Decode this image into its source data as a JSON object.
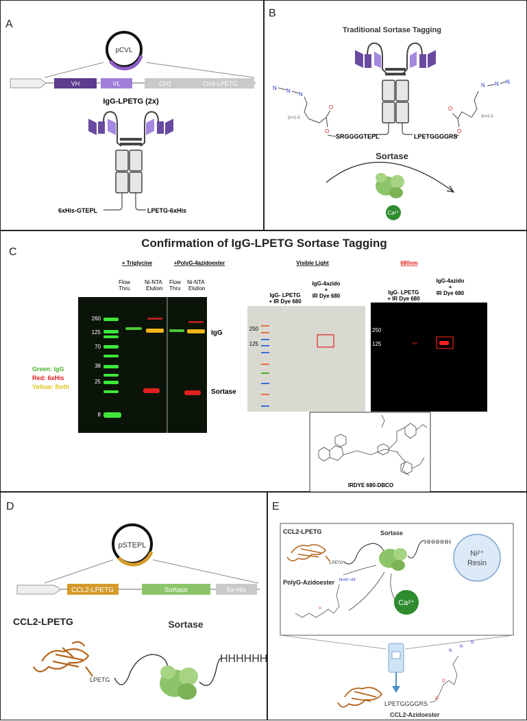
{
  "panel_a": {
    "label": "A",
    "plasmid": "pCVL",
    "segments": [
      "VH",
      "VL",
      "CH2",
      "CH3-LPETG"
    ],
    "construct": "IgG-LPETG (2x)",
    "left_tag": "6xHis-GTEPL",
    "right_tag": "LPETG-6xHis"
  },
  "panel_b": {
    "label": "B",
    "title": "Traditional Sortase Tagging",
    "left_seq": "SRGGGGTEPL",
    "right_seq": "LPETGGGGRS",
    "n_left": "(n=1-3",
    "n_right": "(n=1-3",
    "enzyme": "Sortase",
    "ion": "Ca²⁺"
  },
  "panel_c": {
    "label": "C",
    "title": "Confirmation of IgG-LPETG Sortase Tagging",
    "cond1": "+ Triglycine",
    "cond2": "+PolyG-4azidoester",
    "lane_flow": "Flow\nThru",
    "lane_elution": "Ni-NTA\nElution",
    "ladder": [
      "260",
      "125",
      "70",
      "38",
      "25",
      "8"
    ],
    "band_igg": "IgG",
    "band_sortase": "Sortase",
    "legend_green": "Green: IgG",
    "legend_red": "Red: 6xHis",
    "legend_yellow": "Yellow: Both",
    "visible_title": "Visible Light",
    "nm_title": "680nm",
    "sample1": "IgG- LPETG\n+ IR Dye 680",
    "sample2": "IgG-4azido\n+\nIR Dye 680",
    "ladder2": [
      "250",
      "125"
    ],
    "dye_name": "IRDYE 680-DBCO",
    "colors": {
      "green": "#4caf2b",
      "red": "#e01b1b",
      "yellow": "#e0c21a"
    }
  },
  "panel_d": {
    "label": "D",
    "plasmid": "pSTEPL",
    "segments": [
      "CCL2-LPETG",
      "Sortase",
      "6x-His"
    ],
    "ccl2": "CCL2-LPETG",
    "sortase": "Sortase",
    "his": "HHHHHH",
    "motif": "LPETG"
  },
  "panel_e": {
    "label": "E",
    "ccl2": "CCL2-LPETG",
    "sortase": "Sortase",
    "his": "HHHHHH",
    "resin": "Ni²⁺\nResin",
    "polyg": "PolyG-Azidoester",
    "ion": "Ca²⁺",
    "motif": "LPETG",
    "product_seq": "LPETGGGGRS",
    "product": "CCL2-Azidoester"
  }
}
